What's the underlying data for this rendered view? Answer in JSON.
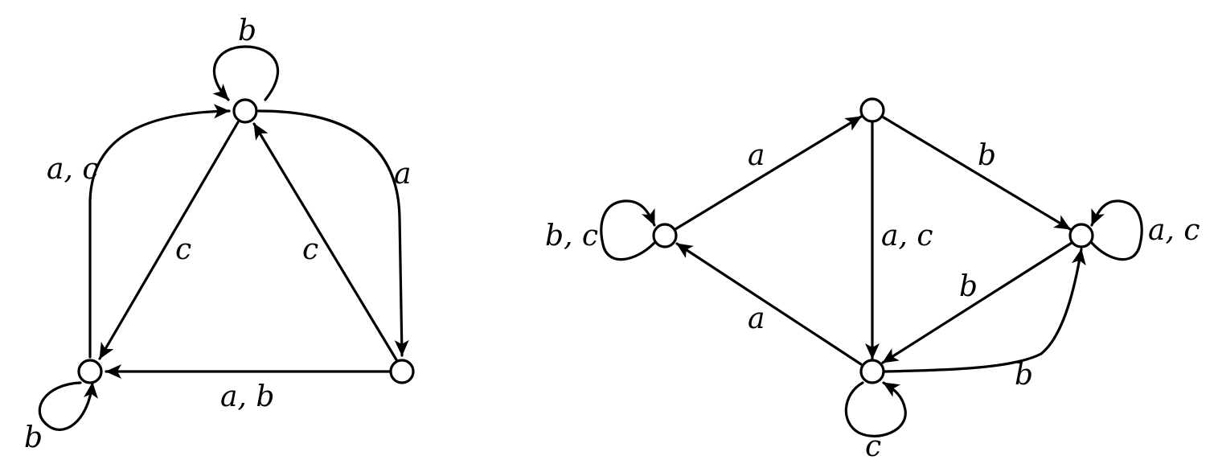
{
  "graph_left": {
    "nodes": [
      {
        "id": "top"
      },
      {
        "id": "left"
      },
      {
        "id": "right"
      }
    ],
    "edges": [
      {
        "from": "top",
        "to": "top",
        "label": "b"
      },
      {
        "from": "left",
        "to": "left",
        "label": "b"
      },
      {
        "from": "top",
        "to": "left",
        "label": "c"
      },
      {
        "from": "right",
        "to": "top",
        "label": "c"
      },
      {
        "from": "top",
        "to": "right",
        "label": "a"
      },
      {
        "from": "left",
        "to": "top",
        "label": "a, c"
      },
      {
        "from": "right",
        "to": "left",
        "label": "a, b"
      }
    ]
  },
  "graph_right": {
    "nodes": [
      {
        "id": "top"
      },
      {
        "id": "left"
      },
      {
        "id": "right"
      },
      {
        "id": "bottom"
      }
    ],
    "edges": [
      {
        "from": "left",
        "to": "top",
        "label": "a"
      },
      {
        "from": "top",
        "to": "right",
        "label": "b"
      },
      {
        "from": "top",
        "to": "bottom",
        "label": "a, c"
      },
      {
        "from": "left",
        "to": "left",
        "label": "b, c"
      },
      {
        "from": "right",
        "to": "right",
        "label": "a, c"
      },
      {
        "from": "bottom",
        "to": "left",
        "label": "a"
      },
      {
        "from": "right",
        "to": "bottom",
        "label": "b"
      },
      {
        "from": "bottom",
        "to": "right",
        "label": "b"
      },
      {
        "from": "bottom",
        "to": "bottom",
        "label": "c"
      }
    ]
  }
}
